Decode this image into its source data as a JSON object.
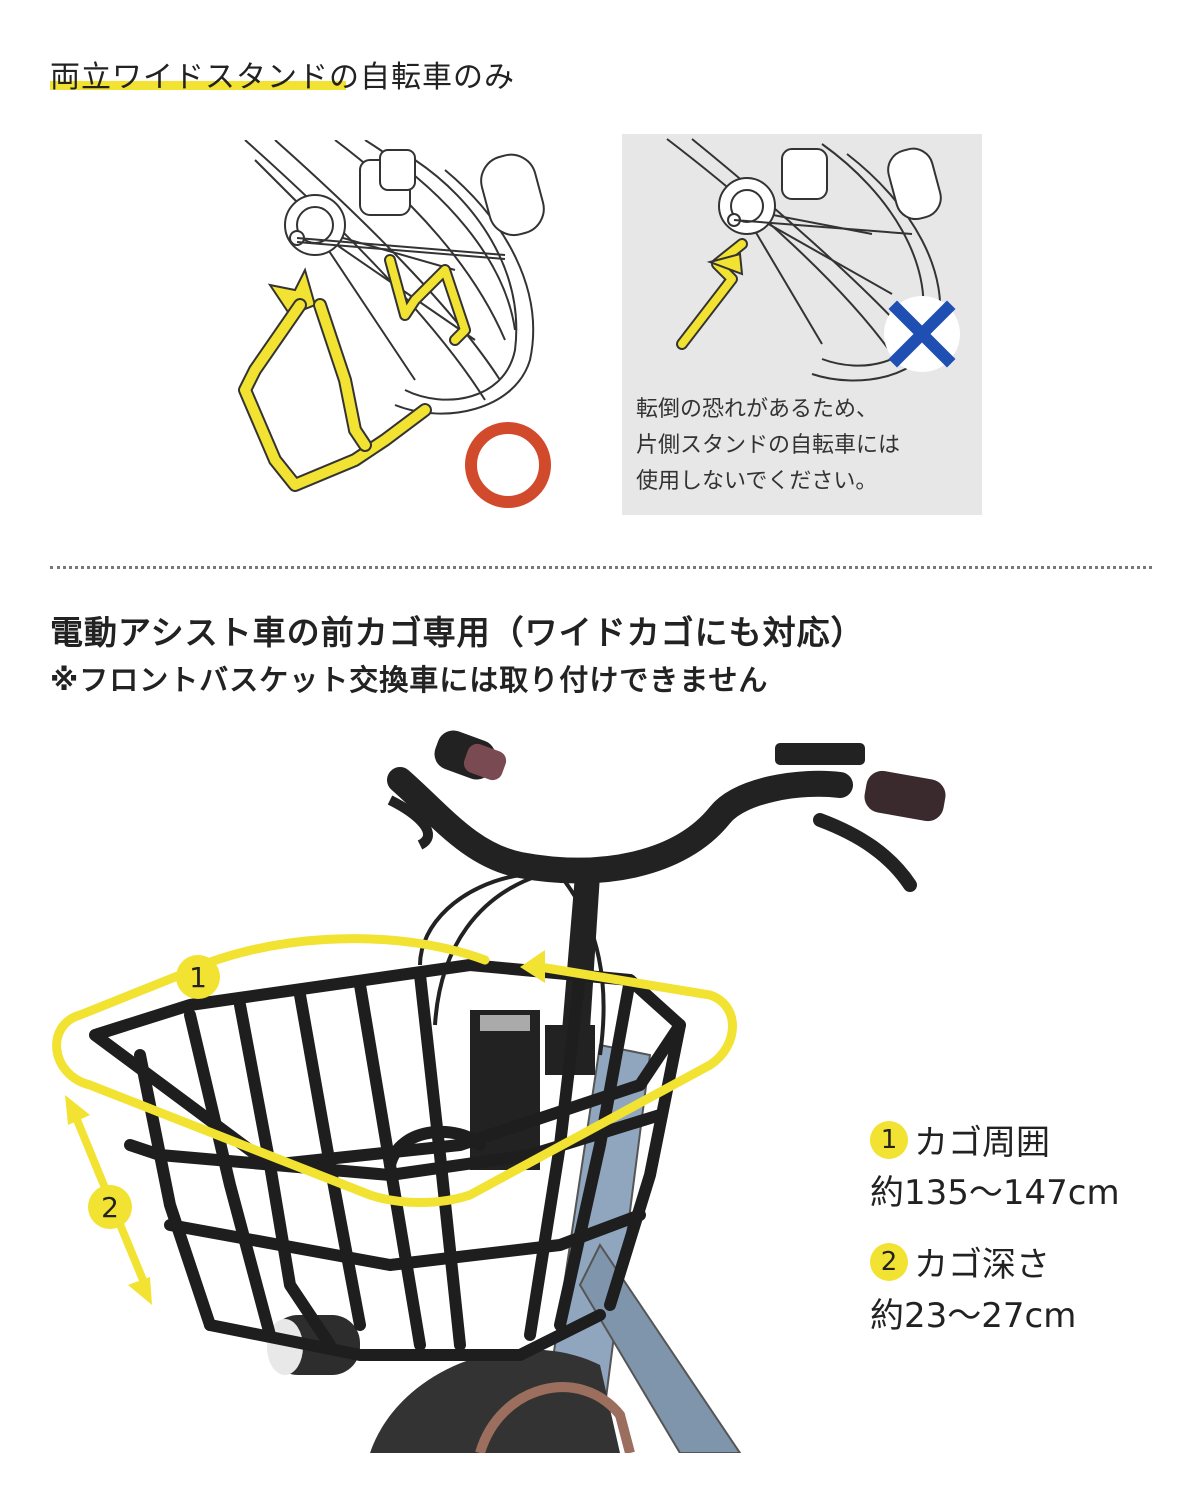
{
  "section1": {
    "title": "両立ワイドスタンドの自転車のみ",
    "ok_symbol": "○",
    "ng_symbol": "✕",
    "ng_note_lines": [
      "転倒の恐れがあるため、",
      "片側スタンドの自転車には",
      "使用しないでください。"
    ]
  },
  "section2": {
    "heading": "電動アシスト車の前カゴ専用（ワイドカゴにも対応）",
    "note": "※フロントバスケット交換車には取り付けできません",
    "markers": [
      "1",
      "2"
    ],
    "specs": [
      {
        "num": "1",
        "label": "カゴ周囲",
        "value": "約135〜147cm"
      },
      {
        "num": "2",
        "label": "カゴ深さ",
        "value": "約23〜27cm"
      }
    ]
  },
  "colors": {
    "highlight": "#f2e231",
    "ok_circle": "#d24a2c",
    "ng_cross": "#1f4fb3",
    "panel_gray": "#e7e7e7",
    "frame_blue": "#8fa6be"
  }
}
